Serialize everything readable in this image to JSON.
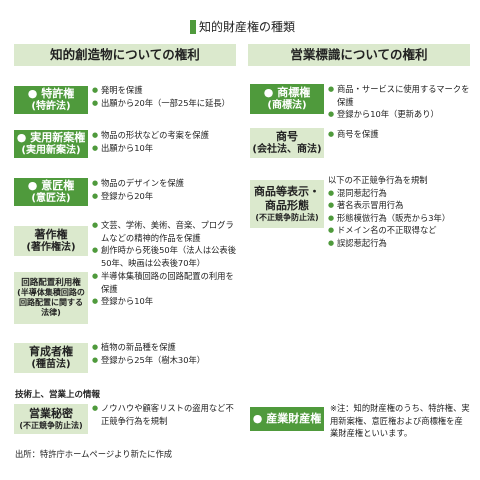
{
  "title": "知的財産権の種類",
  "left_header": "知的創造物についての権利",
  "right_header": "営業標識についての権利",
  "left_boxes": [
    {
      "label": "● 特許権",
      "sub": "(特許法)",
      "items": [
        "発明を保護",
        "出願から20年（一部25年に延長）"
      ]
    },
    {
      "label": "● 実用新案権",
      "sub": "(実用新案法)",
      "items": [
        "物品の形状などの考案を保護",
        "出願から10年"
      ]
    },
    {
      "label": "● 意匠権",
      "sub": "(意匠法)",
      "items": [
        "物品のデザインを保護",
        "登録から20年"
      ]
    },
    {
      "label": "著作権",
      "sub": "(著作権法)",
      "items": [
        "文芸、学術、美術、音楽、プログラムなどの精神的作品を保護",
        "創作時から死後50年（法人は公表後50年、映画は公表後70年）"
      ]
    },
    {
      "label": "回路配置利用権",
      "sub": "(半導体集積回路の回路配置に関する法律)",
      "items": [
        "半導体集積回路の回路配置の利用を保護",
        "登録から10年"
      ]
    },
    {
      "label": "育成者権",
      "sub": "(種苗法)",
      "items": [
        "植物の新品種を保護",
        "登録から25年（樹木30年）"
      ]
    }
  ],
  "trade_secret_heading": "技術上、営業上の情報",
  "trade_secret_box": {
    "label": "営業秘密",
    "sub": "(不正競争防止法)",
    "items": [
      "ノウハウや顧客リストの盗用など不正競争行為を規制"
    ]
  },
  "right_boxes": [
    {
      "label": "● 商標権",
      "sub": "(商標法)",
      "items": [
        "商品・サービスに使用するマークを保護",
        "登録から10年（更新あり）"
      ]
    },
    {
      "label": "商号",
      "sub": "(会社法、商法)",
      "items": [
        "商号を保護"
      ]
    },
    {
      "label": "商品等表示・商品形態",
      "sub": "(不正競争防止法)",
      "intro": "以下の不正競争行為を規制",
      "items": [
        "混同惹起行為",
        "著名表示冒用行為",
        "形態模倣行為（販売から3年）",
        "ドメイン名の不正取得など",
        "誤認惹起行為"
      ]
    }
  ],
  "industrial_box": {
    "label": "● 産業財産権"
  },
  "industrial_note": "※注：知的財産権のうち、特許権、実用新案権、意匠権および商標権を産業財産権といいます。",
  "source": "出所：特許庁ホームページより新たに作成"
}
